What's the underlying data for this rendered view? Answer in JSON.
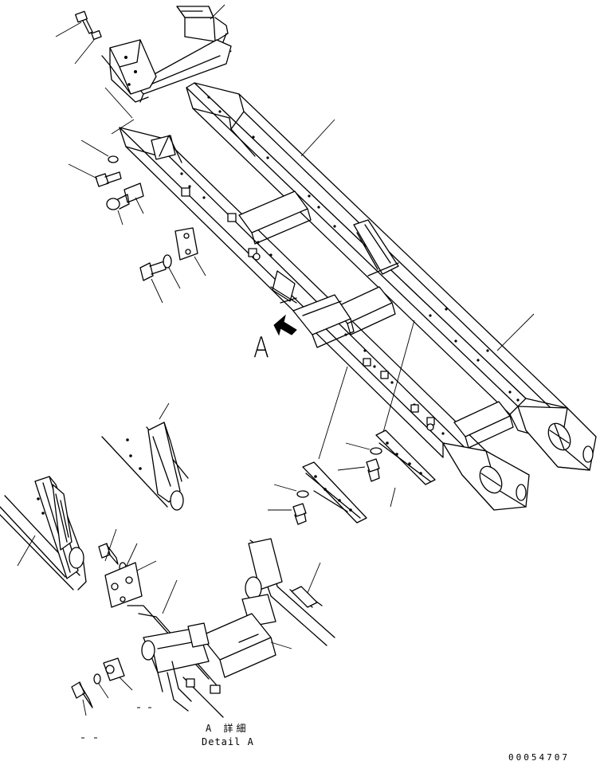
{
  "labels": {
    "view_marker": "A",
    "detail_title_jp": "A 詳細",
    "detail_title_en": "Detail A",
    "drawing_number": "00054707"
  }
}
